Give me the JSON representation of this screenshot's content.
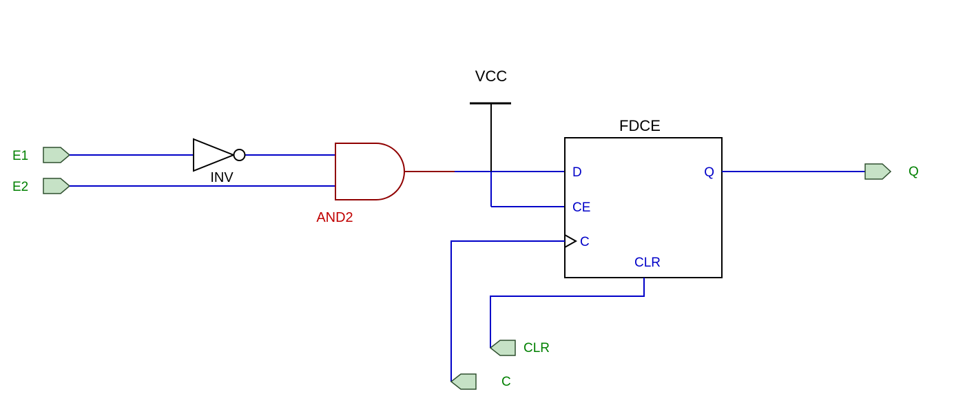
{
  "schematic": {
    "ports": {
      "e1": "E1",
      "e2": "E2",
      "q": "Q",
      "clr": "CLR",
      "c": "C"
    },
    "components": {
      "inverter_label": "INV",
      "and_gate_label": "AND2",
      "power_label": "VCC",
      "flipflop_label": "FDCE",
      "flipflop_pins": {
        "d": "D",
        "ce": "CE",
        "c": "C",
        "clr": "CLR",
        "q": "Q"
      }
    },
    "colors": {
      "wire": "#0000C8",
      "gate": "#900000",
      "gate_label": "#C00000",
      "symbol": "#000000",
      "port_text": "#008000",
      "port_fill": "#C6E2C6",
      "port_stroke": "#2F4F2F",
      "background": "#FFFFFF"
    }
  }
}
